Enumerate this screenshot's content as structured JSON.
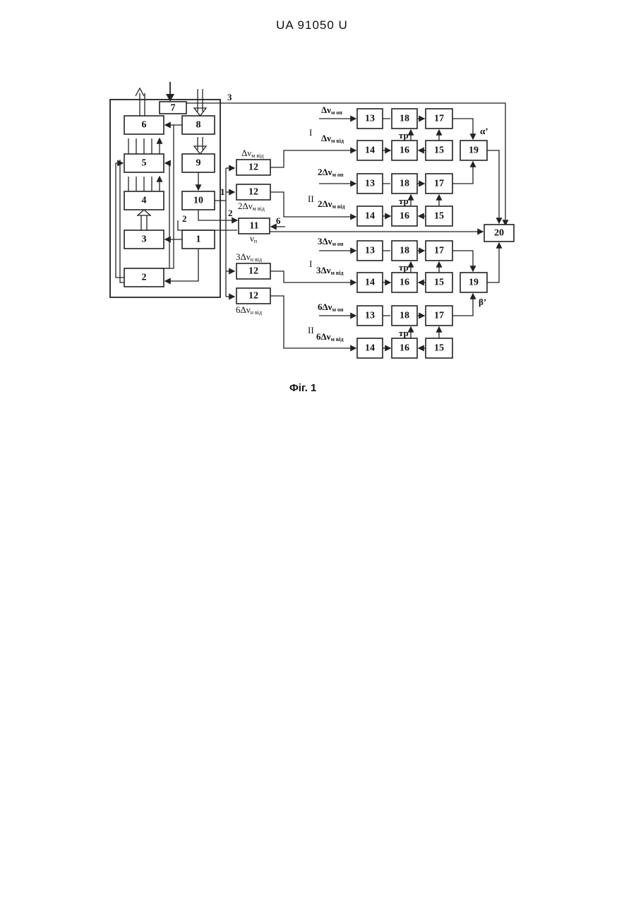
{
  "header": {
    "doc_number": "UA   91050   U"
  },
  "caption": "Фіг. 1",
  "blocks": {
    "b1": "1",
    "b2": "2",
    "b3": "3",
    "b4": "4",
    "b5": "5",
    "b6": "6",
    "b7": "7",
    "b8": "8",
    "b9": "9",
    "b10": "10",
    "b11": "11",
    "b12": "12",
    "b13": "13",
    "b14": "14",
    "b15": "15",
    "b16": "16",
    "b17": "17",
    "b18": "18",
    "b19": "19",
    "b20": "20"
  },
  "labels": {
    "out1": "1",
    "out2": "2",
    "out2b": "2",
    "line3": "3",
    "line6": "6",
    "tp": "тр",
    "roman1": "I",
    "roman2": "II",
    "dv_m_vid": "Δν",
    "sub_m_vid": "м від",
    "dv2_m_vid": "2Δν",
    "dv3_m_vid": "3Δν",
    "dv6_m_vid": "6Δν",
    "sub_n_vid": "н від",
    "nu": "ν",
    "sub_n": "п",
    "dv_m_op": "Δν",
    "sub_m_op": "м оп",
    "dv2_m_op": "2Δν",
    "dv3_m_op": "3Δν",
    "dv6_m_op": "6Δν",
    "alpha": "α’",
    "beta": "β’"
  }
}
